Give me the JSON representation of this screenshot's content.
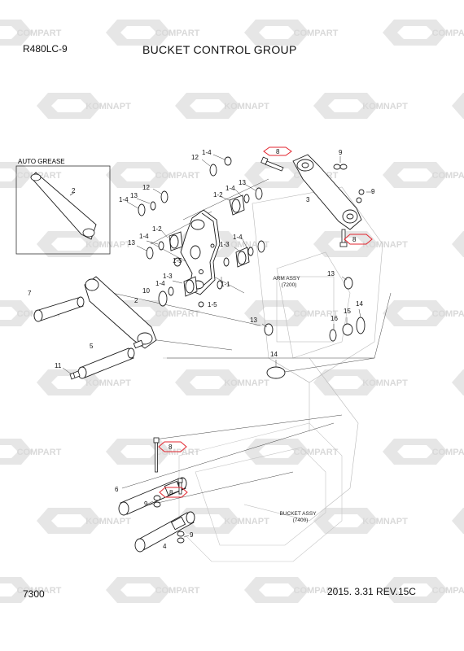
{
  "header": {
    "model": "R480LC-9",
    "title": "BUCKET CONTROL GROUP"
  },
  "footer": {
    "page_number": "7300",
    "date_revision": "2015. 3.31  REV.15C"
  },
  "inset": {
    "label": "AUTO GREASE"
  },
  "assemblies": {
    "arm_line1": "ARM ASSY",
    "arm_line2": "(7200)",
    "bucket_line1": "BUCKET ASSY",
    "bucket_line2": "(7400)"
  },
  "watermark": {
    "word_a": "COMPART",
    "word_b": "KOMNAPT"
  },
  "callouts": {
    "c8": "8",
    "c9": "9",
    "c12": "12",
    "c14_": "1-4",
    "c13": "13",
    "c12_": "1-2",
    "c3": "3",
    "c15_": "1-5",
    "c13_": "1-3",
    "c11_": "1-1",
    "c2": "2",
    "c7": "7",
    "c10": "10",
    "c5": "5",
    "c11": "11",
    "c16": "16",
    "c15": "15",
    "c14": "14",
    "c6": "6",
    "c4": "4"
  },
  "colors": {
    "line": "#1a1a1a",
    "highlight": "#e3262f",
    "watermark": "#dcdcdc"
  }
}
